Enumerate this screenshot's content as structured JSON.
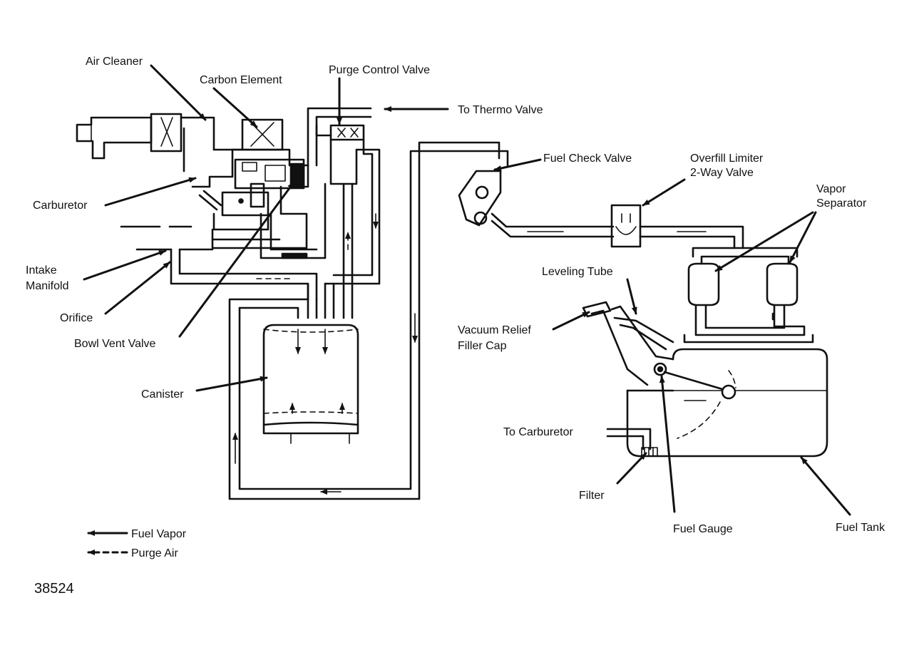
{
  "labels": {
    "air_cleaner": "Air Cleaner",
    "carbon_element": "Carbon Element",
    "purge_control_valve": "Purge Control Valve",
    "to_thermo_valve": "To Thermo Valve",
    "fuel_check_valve": "Fuel Check Valve",
    "overfill_limiter_line1": "Overfill Limiter",
    "overfill_limiter_line2": "2-Way Valve",
    "vapor_separator_line1": "Vapor",
    "vapor_separator_line2": "Separator",
    "carburetor": "Carburetor",
    "intake_manifold_line1": "Intake",
    "intake_manifold_line2": "Manifold",
    "orifice": "Orifice",
    "bowl_vent_valve": "Bowl Vent Valve",
    "leveling_tube": "Leveling Tube",
    "vacuum_relief_line1": "Vacuum Relief",
    "vacuum_relief_line2": "Filler Cap",
    "canister": "Canister",
    "to_carburetor": "To Carburetor",
    "filter": "Filter",
    "fuel_gauge": "Fuel Gauge",
    "fuel_tank": "Fuel Tank"
  },
  "legend": {
    "fuel_vapor": "Fuel Vapor",
    "purge_air": "Purge Air"
  },
  "figure_number": "38524"
}
